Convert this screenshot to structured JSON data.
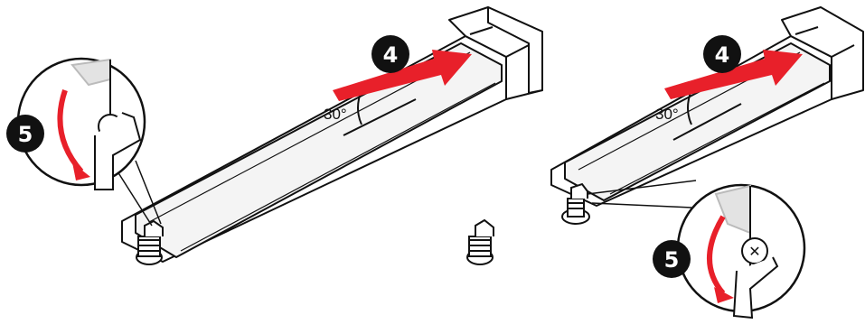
{
  "panels": [
    {
      "name": "left",
      "steps": {
        "push": "4",
        "latch": "5"
      },
      "angle_label": "30°"
    },
    {
      "name": "right",
      "steps": {
        "push": "4",
        "latch": "5"
      },
      "angle_label": "30°"
    }
  ],
  "colors": {
    "arrow_red": "#e8202a",
    "outline": "#111111",
    "card_fill": "#f4f4f4",
    "latch_gray": "#c8c8c8",
    "badge": "#111111"
  },
  "icons": [
    "m2-slot",
    "m2-card",
    "standoff-latch",
    "push-arrow",
    "rotate-arrow",
    "zoom-callout"
  ]
}
